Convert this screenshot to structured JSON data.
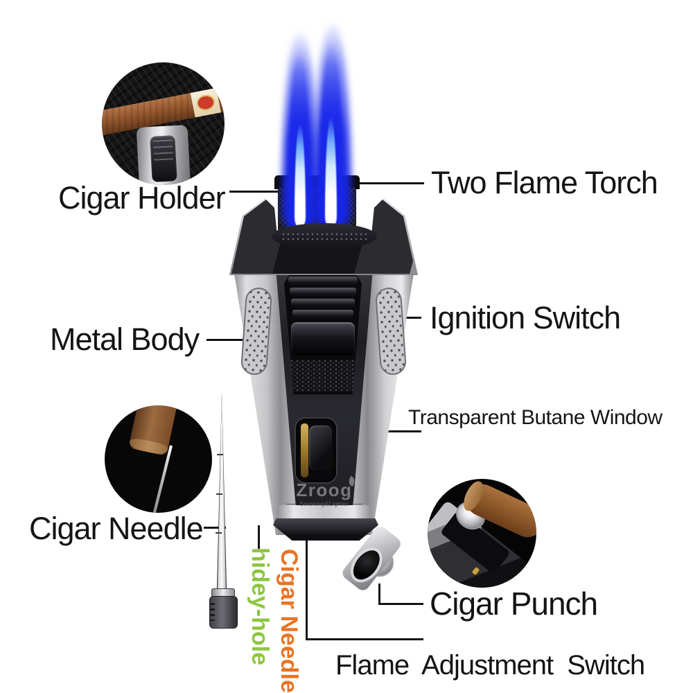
{
  "brand": {
    "name": "Zroog",
    "tagline": "Smoking&Lighter"
  },
  "labels": {
    "cigar_holder": "Cigar Holder",
    "two_flame_torch": "Two Flame Torch",
    "ignition_switch": "Ignition Switch",
    "metal_body": "Metal Body",
    "transparent_butane_window": "Transparent Butane Window",
    "cigar_needle": "Cigar Needle",
    "cigar_punch": "Cigar Punch",
    "flame_adjustment_switch": "Flame Adjustment Switch",
    "vertical_orange": "Cigar Needle",
    "vertical_green": "hidey-hole"
  },
  "colors": {
    "label_text": "#141414",
    "accent_green": "#8CC63E",
    "accent_orange": "#E87424",
    "flame_blue": "#1726E4",
    "flame_core": "#FFFFFF",
    "butane_gold": "#D8B35C"
  }
}
